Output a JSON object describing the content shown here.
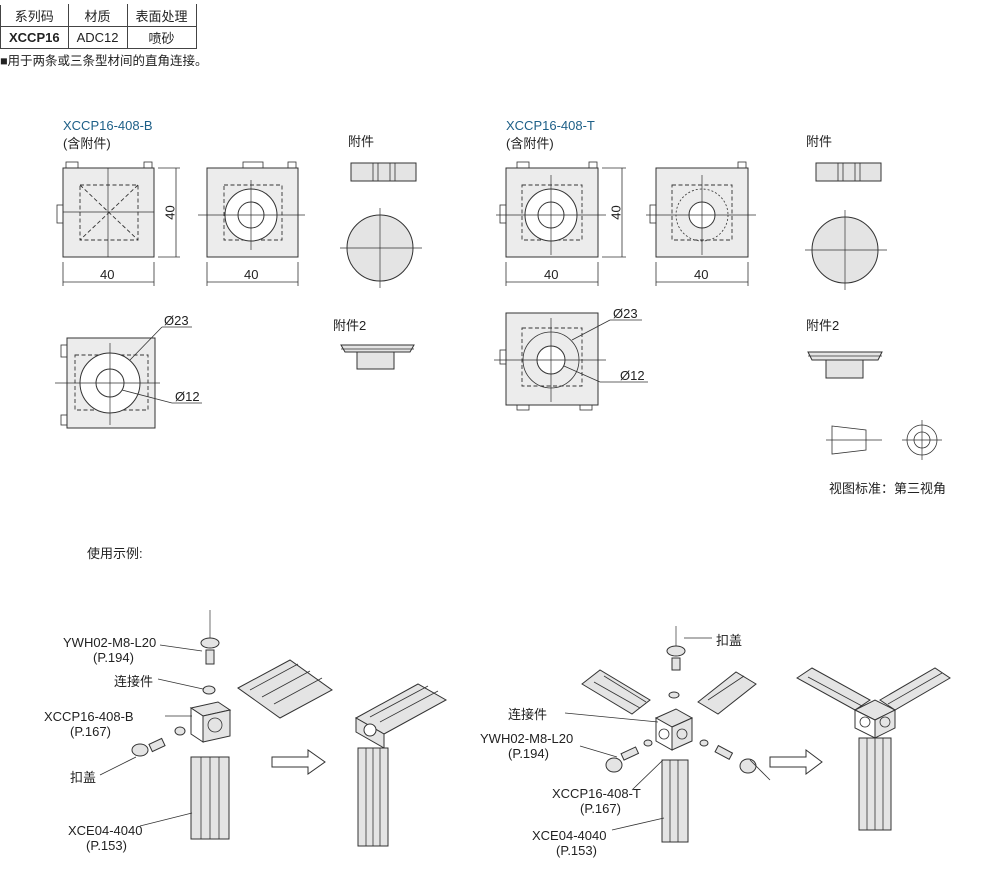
{
  "spec_table": {
    "headers": [
      "系列码",
      "材质",
      "表面处理"
    ],
    "row": [
      "XCCP16",
      "ADC12",
      "喷砂"
    ]
  },
  "note": "■用于两条或三条型材间的直角连接。",
  "left": {
    "model": "XCCP16-408-B",
    "sub": "(含附件)",
    "dim_w1": "40",
    "dim_h": "40",
    "dim_w2": "40",
    "dia_big": "Ø23",
    "dia_small": "Ø12"
  },
  "right": {
    "model": "XCCP16-408-T",
    "sub": "(含附件)",
    "dim_w1": "40",
    "dim_h": "40",
    "dim_w2": "40",
    "dia_big": "Ø23",
    "dia_small": "Ø12"
  },
  "accessory1": "附件",
  "accessory2": "附件2",
  "view_standard": "视图标准：第三视角",
  "usage_title": "使用示例:",
  "usage_left": {
    "bolt": "YWH02-M8-L20",
    "bolt_page": "(P.194)",
    "connector": "连接件",
    "part": "XCCP16-408-B",
    "part_page": "(P.167)",
    "cap": "扣盖",
    "profile": "XCE04-4040",
    "profile_page": "(P.153)"
  },
  "usage_right": {
    "cap": "扣盖",
    "connector": "连接件",
    "bolt": "YWH02-M8-L20",
    "bolt_page": "(P.194)",
    "part": "XCCP16-408-T",
    "part_page": "(P.167)",
    "profile": "XCE04-4040",
    "profile_page": "(P.153)"
  }
}
